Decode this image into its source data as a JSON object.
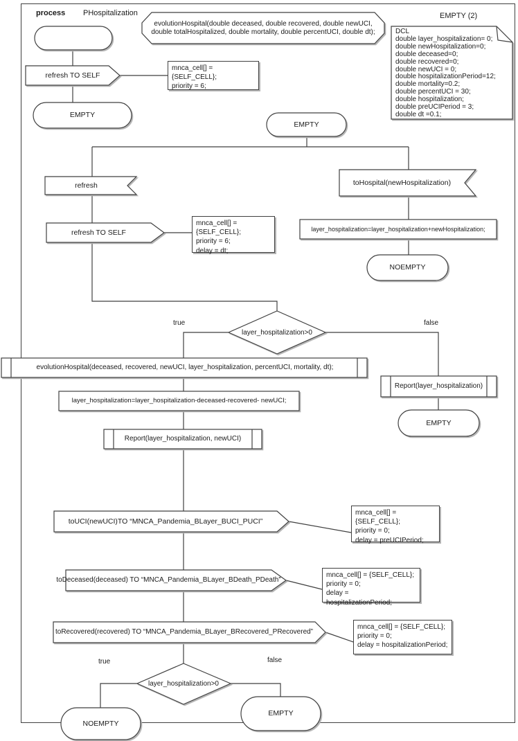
{
  "diagram": {
    "title": {
      "kind": "process",
      "name": "PHospitalization"
    },
    "top_right_label": "EMPTY (2)",
    "procedure_declaration": "evolutionHospital(double deceased, double recovered, double newUCI,\ndouble totalHospitalized, double mortality, double percentUCI, double dt);",
    "dcl_block": "DCL\ndouble layer_hospitalization= 0;\ndouble newHospitalization=0;\ndouble deceased=0;\ndouble recovered=0;\ndouble newUCI = 0;\ndouble hospitalizationPeriod=12;\ndouble mortality=0.2;\ndouble percentUCI = 30;\ndouble hospitalization;\ndouble preUCIPeriod = 3;\ndouble dt =0.1;",
    "nodes": {
      "output_refresh_self_1": "refresh TO SELF",
      "comment_1": "mnca_cell[] = {SELF_CELL};\npriority = 6;",
      "state_empty_1": "EMPTY",
      "state_empty_main": "EMPTY",
      "input_refresh": "refresh",
      "output_refresh_self_2": "refresh TO SELF",
      "comment_2": "mnca_cell[] = {SELF_CELL};\npriority = 6;\ndelay = dt;",
      "input_tohospital": "toHospital(newHospitalization)",
      "task_add_hospitalization": "layer_hospitalization=layer_hospitalization+newHospitalization;",
      "state_noempty_1": "NOEMPTY",
      "decision_1": "layer_hospitalization>0",
      "decision_1_true": "true",
      "decision_1_false": "false",
      "call_evolution": "evolutionHospital(deceased, recovered, newUCI, layer_hospitalization, percentUCI, mortality, dt);",
      "task_update_layer": "layer_hospitalization=layer_hospitalization-deceased-recovered- newUCI;",
      "call_report_newuci": "Report(layer_hospitalization, newUCI)",
      "call_report": "Report(layer_hospitalization)",
      "state_empty_2": "EMPTY",
      "output_touci": "toUCI(newUCI)TO “MNCA_Pandemia_BLayer_BUCI_PUCI”",
      "comment_3": "mnca_cell[] = {SELF_CELL};\npriority = 0;\ndelay = preUCIPeriod;",
      "output_todeceased": "toDeceased(deceased) TO “MNCA_Pandemia_BLayer_BDeath_PDeath”",
      "comment_4": "mnca_cell[] = {SELF_CELL};\npriority = 0;\ndelay = hospitalizationPeriod;",
      "output_torecovered": "toRecovered(recovered) TO “MNCA_Pandemia_BLayer_BRecovered_PRecovered”",
      "comment_5": "mnca_cell[] = {SELF_CELL};\npriority = 0;\ndelay = hospitalizationPeriod;",
      "decision_2": "layer_hospitalization>0",
      "decision_2_true": "true",
      "decision_2_false": "false",
      "state_noempty_2": "NOEMPTY",
      "state_empty_3": "EMPTY"
    },
    "colors": {
      "stroke": "#3f3f3f",
      "shadow": "#b3b3b3",
      "background": "#ffffff"
    }
  }
}
